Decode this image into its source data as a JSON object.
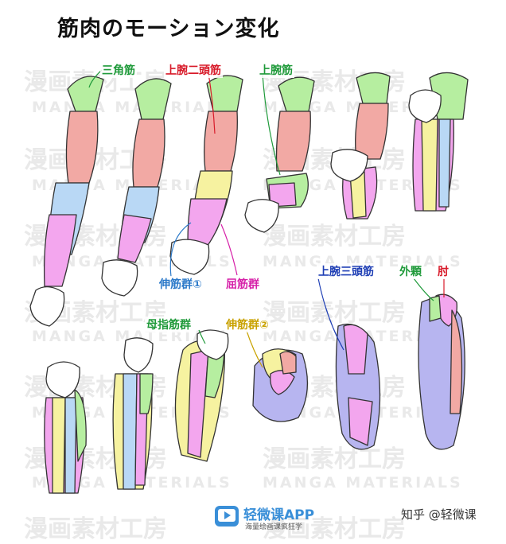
{
  "title": "筋肉のモーション変化",
  "watermarks": {
    "kanji": "漫画素材工房",
    "latin": "MANGA MATERIALS"
  },
  "labels": {
    "deltoid": "三角筋",
    "biceps": "上腕二頭筋",
    "brachialis": "上腕筋",
    "extensors1": "伸筋群①",
    "flexors": "屈筋群",
    "thumb_muscles": "母指筋群",
    "extensors2": "伸筋群②",
    "triceps": "上腕三頭筋",
    "lateral_head": "外顆",
    "elbow": "肘"
  },
  "label_colors": {
    "deltoid": "#1f9a3a",
    "biceps": "#d81b2a",
    "brachialis": "#1f9a3a",
    "extensors1": "#2b79c9",
    "flexors": "#d61fa8",
    "thumb_muscles": "#1f9a3a",
    "extensors2": "#c9a200",
    "triceps": "#1f3fb5",
    "lateral_head": "#1f9a3a",
    "elbow": "#d81b2a"
  },
  "muscle_colors": {
    "deltoid": "#b6eea0",
    "biceps": "#f2a9a4",
    "flexors": "#f3a6ee",
    "extensors_blue": "#b9d8f5",
    "extensors_yellow": "#f6f2a0",
    "triceps": "#b7b5f0",
    "thumb_green": "#c9f0a8"
  },
  "footer": {
    "brand_name": "轻微课APP",
    "brand_sub": "海量绘画课疯狂学",
    "credit": "知乎 @轻微课"
  }
}
